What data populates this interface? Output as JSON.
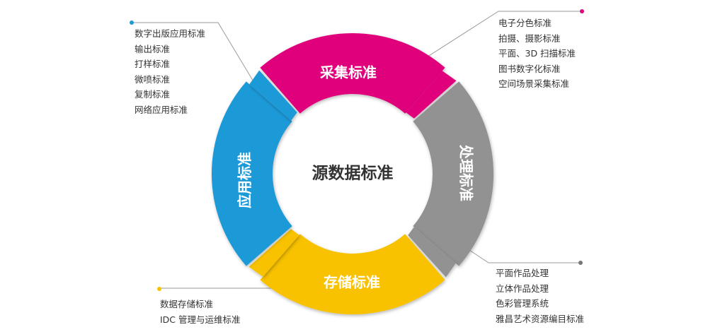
{
  "center_title": "源数据标准",
  "segments": {
    "top": {
      "label": "采集标准",
      "color": "#E0057B"
    },
    "right": {
      "label": "处理标准",
      "color": "#929292"
    },
    "bottom": {
      "label": "存储标准",
      "color": "#F8C200"
    },
    "left": {
      "label": "应用标准",
      "color": "#1E9AD8"
    }
  },
  "lists": {
    "top_right": [
      "电子分色标准",
      "拍摄、摄影标准",
      "平面、3D 扫描标准",
      "图书数字化标准",
      "空间场景采集标准"
    ],
    "bottom_right": [
      "平面作品处理",
      "立体作品处理",
      "色彩管理系统",
      "雅昌艺术资源编目标准"
    ],
    "bottom_left": [
      "数据存储标准",
      "IDC 管理与运维标准"
    ],
    "top_left": [
      "数字出版应用标准",
      "输出标准",
      "打样标准",
      "微喷标准",
      "复制标准",
      "网络应用标准"
    ]
  },
  "connector_colors": {
    "top_right": "#E0057B",
    "bottom_right": "#777777",
    "bottom_left": "#F8C200",
    "top_left": "#1E9AD8"
  }
}
